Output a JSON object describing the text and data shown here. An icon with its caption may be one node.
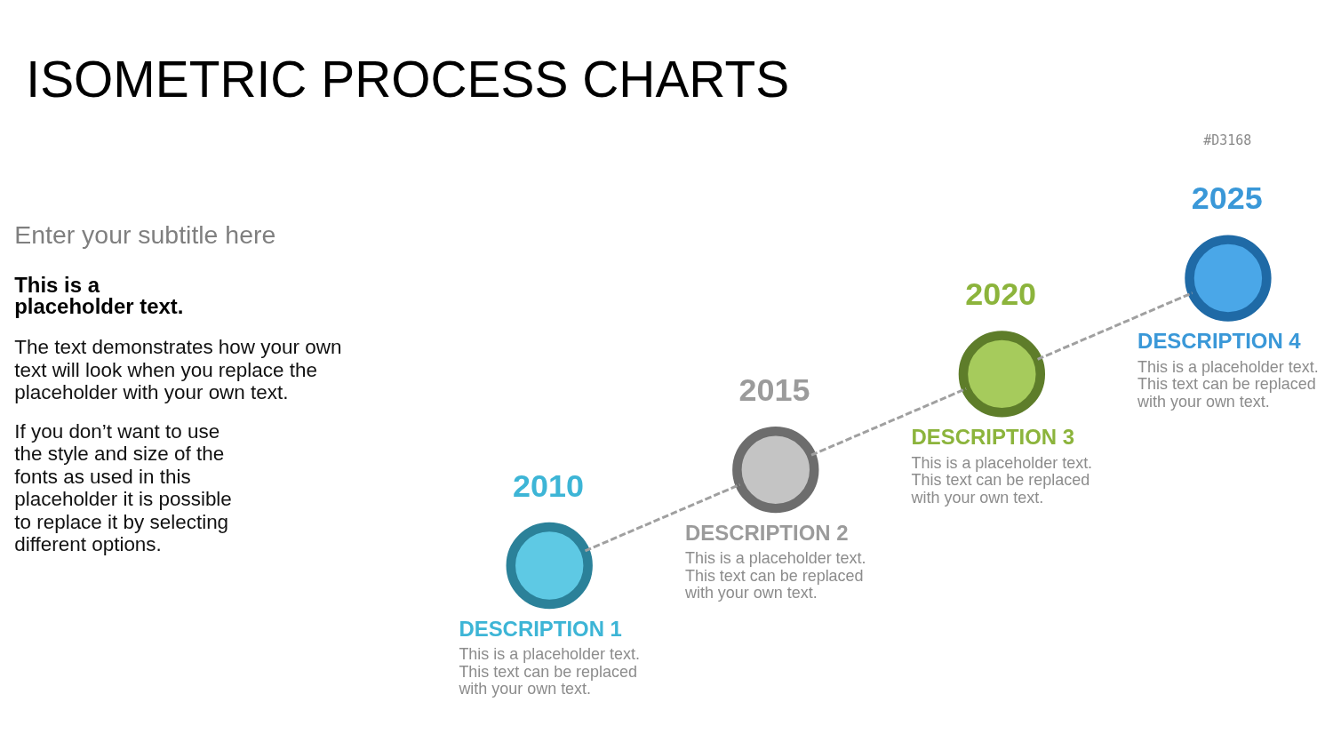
{
  "diagram": {
    "title": "ISOMETRIC PROCESS CHARTS",
    "nodes": [
      {
        "text": [],
        "shape": "circle",
        "beside": [
          "2010",
          "DESCRIPTION 1",
          "This is a placeholder text. This text can be replaced with your own text."
        ]
      },
      {
        "text": [],
        "shape": "circle",
        "beside": [
          "2015",
          "DESCRIPTION 2",
          "This is a placeholder text. This text can be replaced with your own text."
        ]
      },
      {
        "text": [],
        "shape": "circle",
        "beside": [
          "2020",
          "DESCRIPTION 3",
          "This is a placeholder text. This text can be replaced with your own text."
        ]
      },
      {
        "text": [],
        "shape": "circle",
        "beside": [
          "2025",
          "DESCRIPTION 4",
          "This is a placeholder text. This text can be replaced with your own text."
        ]
      }
    ],
    "edges": [
      {
        "from": 0,
        "to": 1,
        "arrow": "none",
        "style": "dashed"
      },
      {
        "from": 1,
        "to": 2,
        "arrow": "none",
        "style": "dashed"
      },
      {
        "from": 2,
        "to": 3,
        "arrow": "none",
        "style": "dashed"
      }
    ],
    "labels": [
      "#D3168",
      "Enter your subtitle here",
      "This is a placeholder text.",
      "The text demonstrates how your own text will look when you replace the placeholder with your own text.",
      "If you don’t want to use the style and size of the fonts as used in this placeholder it is possible to replace it by selecting different options."
    ]
  }
}
